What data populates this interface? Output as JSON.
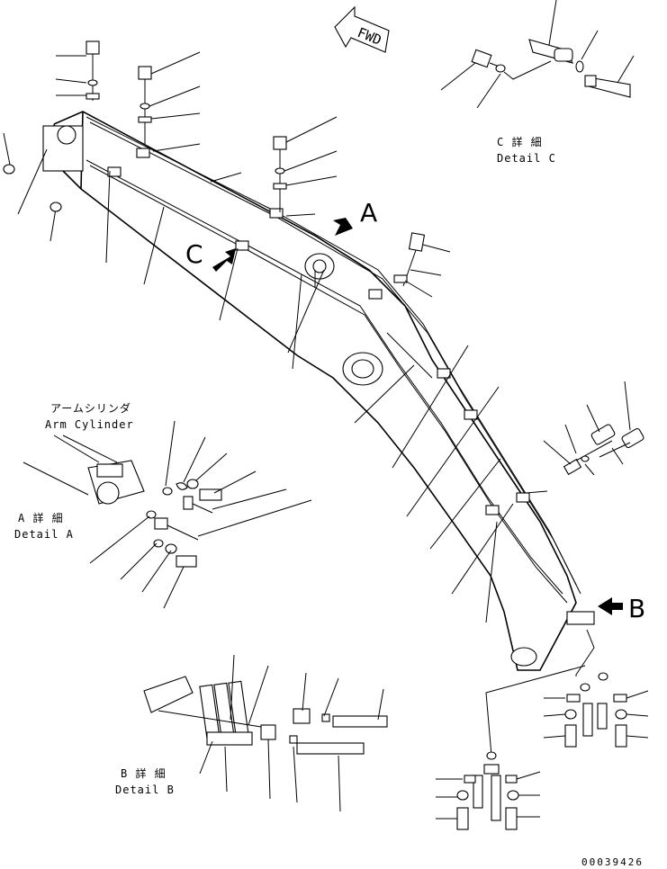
{
  "fwd_label": "FWD",
  "view_labels": {
    "a": "A",
    "b": "B",
    "c": "C"
  },
  "detail_a": {
    "jp": "A 詳 細",
    "en": "Detail A"
  },
  "detail_b": {
    "jp": "B 詳 細",
    "en": "Detail B"
  },
  "detail_c": {
    "jp": "C 詳 細",
    "en": "Detail C"
  },
  "arm_cylinder": {
    "jp": "アームシリンダ",
    "en": "Arm Cylinder"
  },
  "drawing_number": "00039426"
}
